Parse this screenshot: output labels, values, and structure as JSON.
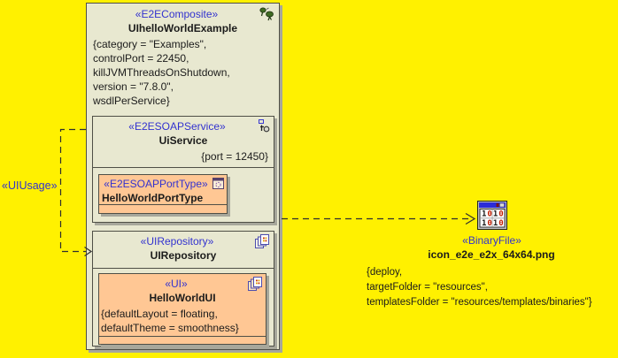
{
  "diagram": {
    "background": "#FFF100"
  },
  "colors": {
    "canvas_background": "#FFF100",
    "node_fill": "#E8E8D0",
    "highlight_fill": "#FFC794",
    "stereotype_blue": "#3232CF",
    "node_border": "#4F4F46",
    "node_shadow": "#A7A79B",
    "binary_digit_red": "#C21D00"
  },
  "usage_label": "«UIUsage»",
  "composite": {
    "stereotype": "«E2EComposite»",
    "name": "UIhelloWorldExample",
    "properties": [
      "{category = \"Examples\",",
      "controlPort = 22450,",
      "killJVMThreadsOnShutdown,",
      "version = \"7.8.0\",",
      "wsdlPerService}"
    ]
  },
  "service": {
    "stereotype": "«E2ESOAPService»",
    "name": "UiService",
    "constraint": "{port = 12450}",
    "porttype": {
      "stereotype": "«E2ESOAPPortType»",
      "name": "HelloWorldPortType"
    }
  },
  "repository": {
    "stereotype": "«UIRepository»",
    "name": "UIRepository",
    "ui": {
      "stereotype": "«UI»",
      "name": "HelloWorldUI",
      "properties": [
        "{defaultLayout = floating,",
        "defaultTheme = smoothness}"
      ]
    }
  },
  "binary_file": {
    "stereotype": "«BinaryFile»",
    "name": "icon_e2e_e2x_64x64.png",
    "properties": [
      "{deploy,",
      "targetFolder = \"resources\",",
      "templatesFolder = \"resources/templates/binaries\"}"
    ],
    "icon_rows": [
      "1010",
      "1010"
    ]
  }
}
